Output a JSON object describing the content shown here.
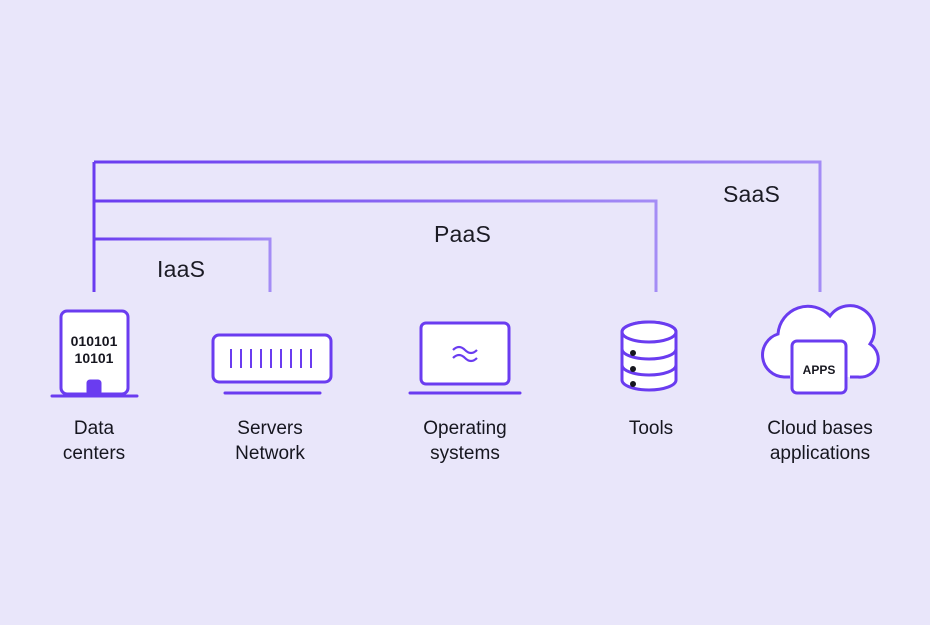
{
  "tiers": {
    "saas": "SaaS",
    "paas": "PaaS",
    "iaas": "IaaS"
  },
  "items": [
    {
      "line1": "Data",
      "line2": "centers",
      "icon": "data-center-icon",
      "icon_text": [
        "010101",
        "10101"
      ]
    },
    {
      "line1": "Servers",
      "line2": "Network",
      "icon": "server-rack-icon"
    },
    {
      "line1": "Operating",
      "line2": "systems",
      "icon": "laptop-icon"
    },
    {
      "line1": "Tools",
      "line2": "",
      "icon": "database-icon"
    },
    {
      "line1": "Cloud bases",
      "line2": "applications",
      "icon": "cloud-apps-icon",
      "icon_text": [
        "APPS"
      ]
    }
  ],
  "colors": {
    "background": "#e9e6fa",
    "accent": "#6a3cf0",
    "accent_light": "#a48cf5"
  }
}
